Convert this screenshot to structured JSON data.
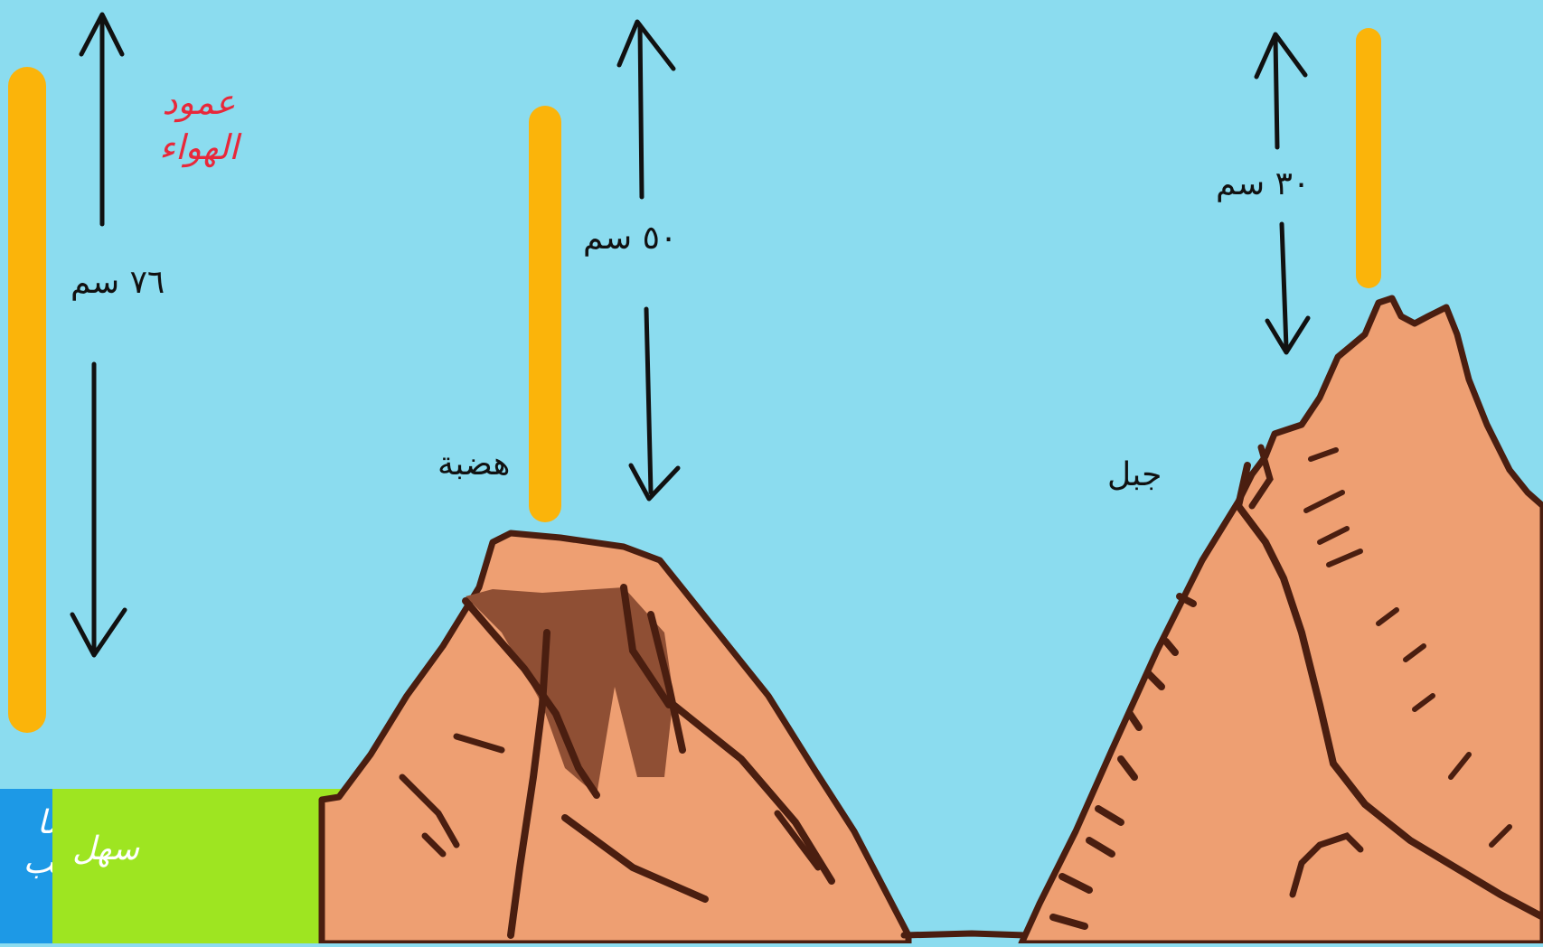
{
  "colors": {
    "sky": "#8bdcef",
    "air_column": "#fbb40a",
    "mountain": "#ee9f72",
    "rock_dark": "#8f4f34",
    "outline": "#4a1e10",
    "plain": "#9ee521",
    "sea": "#1d99e6",
    "label_red": "#e8283a"
  },
  "labels": {
    "air_column_line1": "عمود",
    "air_column_line2": "الهواء",
    "sea_level_reading": "٧٦ سم",
    "plateau_reading": "٥٠ سم",
    "mountain_reading": "٣٠ سم",
    "plateau": "هضبة",
    "mountain": "جبل",
    "plain": "سهل",
    "sea_line1": "سا",
    "sea_line2": "الب"
  },
  "icons": [
    "double-arrow-icon",
    "up-arrow-icon",
    "down-arrow-icon"
  ]
}
